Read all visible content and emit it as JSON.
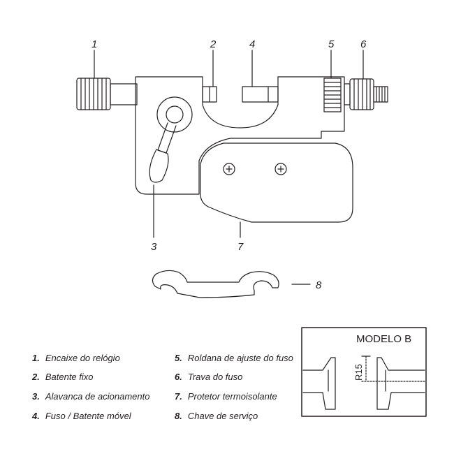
{
  "callouts": [
    "1",
    "2",
    "3",
    "4",
    "5",
    "6",
    "7",
    "8"
  ],
  "legend": [
    {
      "num": "1.",
      "text": "Encaixe do relógio"
    },
    {
      "num": "2.",
      "text": "Batente fixo"
    },
    {
      "num": "3.",
      "text": "Alavanca de acionamento"
    },
    {
      "num": "4.",
      "text": "Fuso / Batente móvel"
    },
    {
      "num": "5.",
      "text": "Roldana de ajuste do fuso"
    },
    {
      "num": "6.",
      "text": "Trava do fuso"
    },
    {
      "num": "7.",
      "text": "Protetor termoisolante"
    },
    {
      "num": "8.",
      "text": "Chave de serviço"
    }
  ],
  "inset": {
    "title": "MODELO B",
    "dimension": "R15"
  },
  "colors": {
    "line": "#231f20",
    "background": "#ffffff"
  }
}
